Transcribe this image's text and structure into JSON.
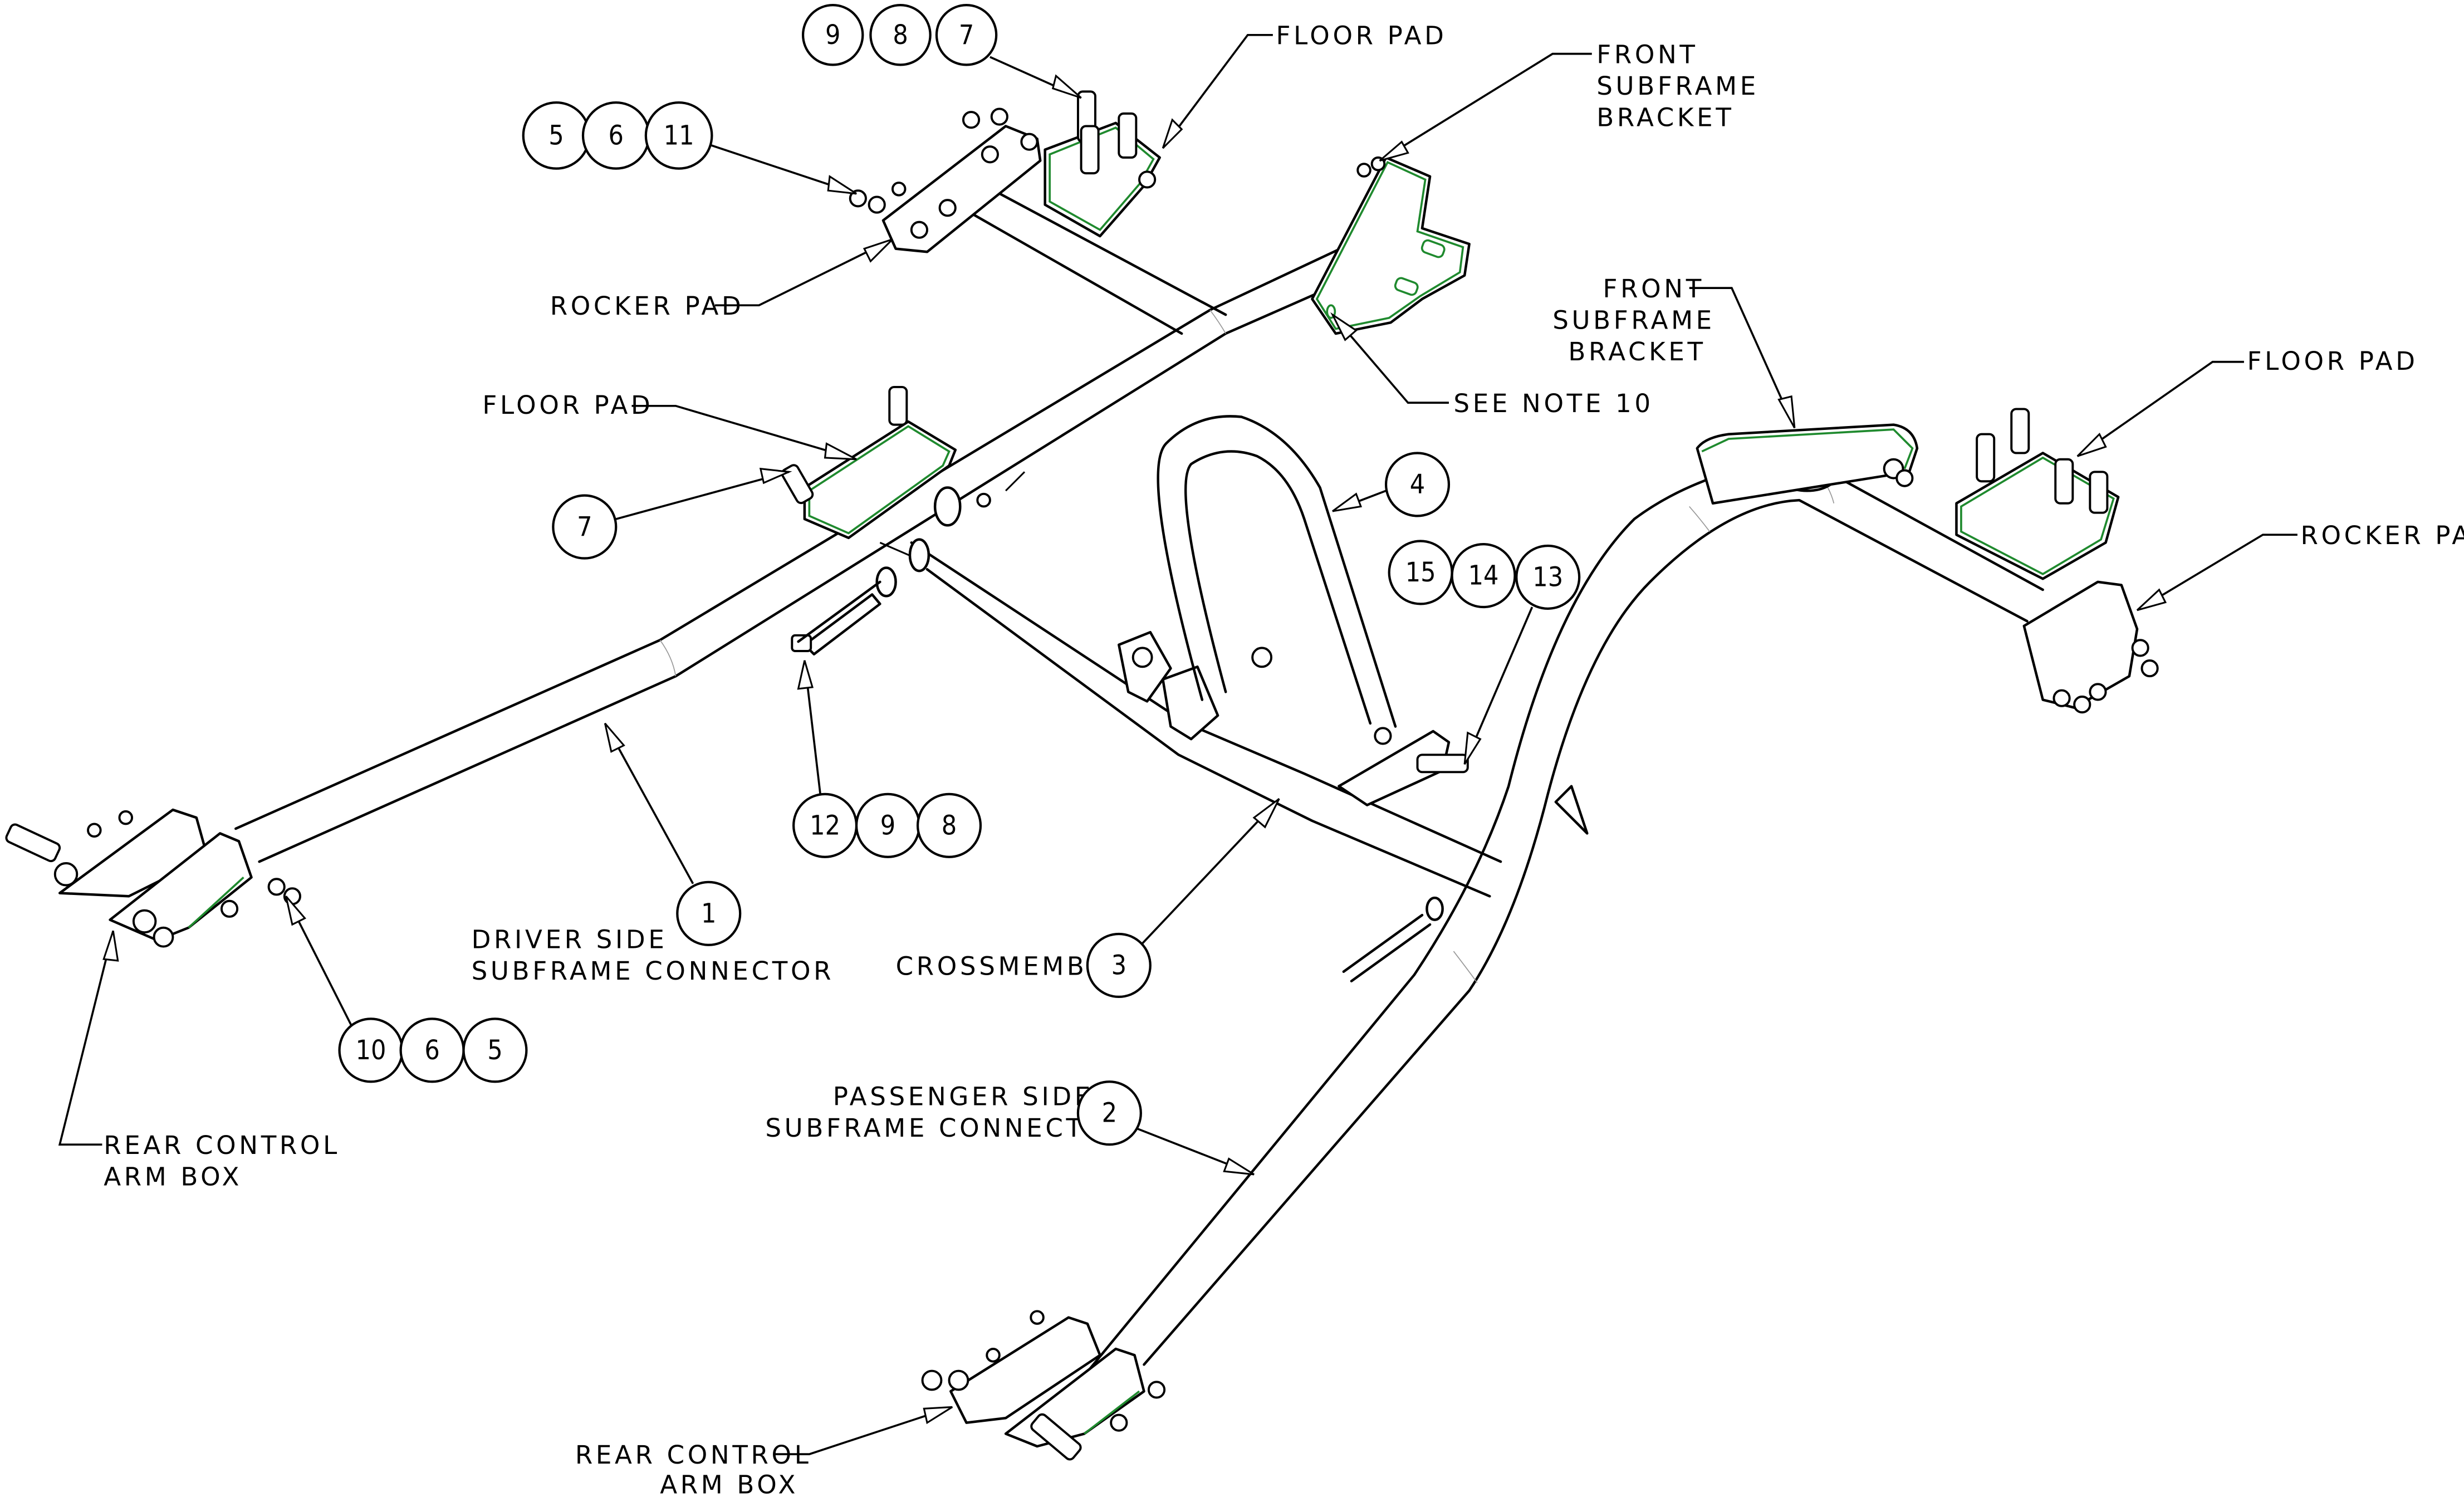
{
  "drawing": {
    "title": "Subframe connector assembly (exploded isometric view)",
    "accent_color": "#1f8a2e",
    "line_color": "#000000",
    "background_color": "#ffffff"
  },
  "labels": {
    "floor_pad_top": "FLOOR PAD",
    "front_bracket_top": [
      "FRONT",
      "SUBFRAME",
      "BRACKET"
    ],
    "rocker_pad_left": "ROCKER PAD",
    "see_note": "SEE NOTE 10",
    "front_bracket_right": [
      "FRONT",
      "SUBFRAME",
      "BRACKET"
    ],
    "floor_pad_right": "FLOOR PAD",
    "rocker_pad_right": "ROCKER PAD",
    "floor_pad_left": "FLOOR PAD",
    "driver_side": [
      "DRIVER SIDE",
      "SUBFRAME CONNECTOR"
    ],
    "crossmember": "CROSSMEMBER",
    "passenger_side": [
      "PASSENGER SIDE",
      "SUBFRAME CONNECTOR"
    ],
    "rear_box_left": [
      "REAR CONTROL",
      "ARM BOX"
    ],
    "rear_box_bottom": [
      "REAR CONTROL",
      "ARM BOX"
    ]
  },
  "balloon_groups": {
    "top_hardware": [
      "9",
      "8",
      "7"
    ],
    "rocker_hardware": [
      "5",
      "6",
      "11"
    ],
    "floor_pad_bolt": [
      "7"
    ],
    "crossmember_bolt": [
      "12",
      "9",
      "8"
    ],
    "driver_connector": [
      "1"
    ],
    "rear_hardware": [
      "10",
      "6",
      "5"
    ],
    "strap": [
      "4"
    ],
    "strap_hardware": [
      "15",
      "14",
      "13"
    ],
    "crossmember": [
      "3"
    ],
    "passenger_connector": [
      "2"
    ]
  }
}
